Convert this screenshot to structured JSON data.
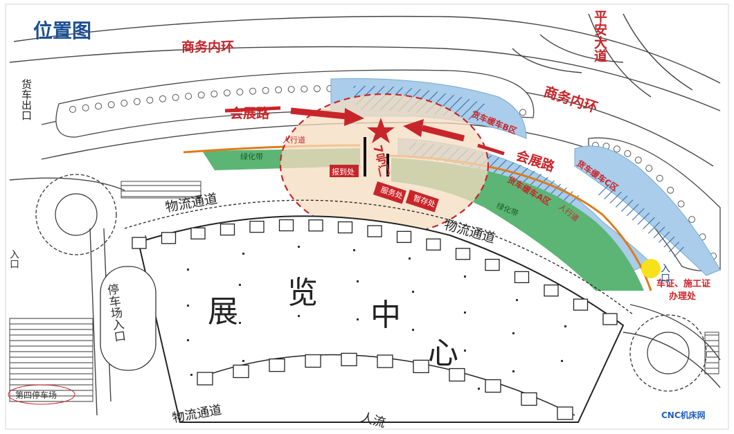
{
  "title": "位置图",
  "roads": {
    "inner_ring_top": "商务内环",
    "inner_ring_right": "商务内环",
    "pingan": "平安大道",
    "huizhan_left": "会展路",
    "huizhan_right": "会展路",
    "cargo_exit": "货车出口",
    "logistics_left": "物流通道",
    "logistics_right": "物流通道",
    "logistics_bottom": "物流通道",
    "people_bottom": "人流"
  },
  "zones": {
    "truck_b": "货车缓车B区",
    "truck_a": "货车缓车A区",
    "truck_c": "货车缓车C区",
    "green_left": "绿化带",
    "green_right": "绿化带",
    "sidewalk_left": "人行道",
    "sidewalk_right": "人行道"
  },
  "gate": {
    "name": "7号门",
    "report": "报到处",
    "service": "服务处",
    "storage": "暂存处"
  },
  "permit": {
    "line1": "车证、施工证",
    "line2": "办理处"
  },
  "building": {
    "name": [
      "展",
      "览",
      "中",
      "心"
    ]
  },
  "other": {
    "fourth_parking": "第四停车场",
    "side_entrance": "入口",
    "side_vertical": "停车场入口",
    "entry_short": "入口"
  },
  "watermark": "CNC机床网",
  "colors": {
    "road_red": "#c8252a",
    "blue_zone": "#a9cdea",
    "green_zone": "#5cb574",
    "orange_line": "#e07b1a",
    "gate_fill": "#f6dcc0",
    "yellow_marker": "#f7e11b",
    "title_blue": "#1d4f94"
  }
}
